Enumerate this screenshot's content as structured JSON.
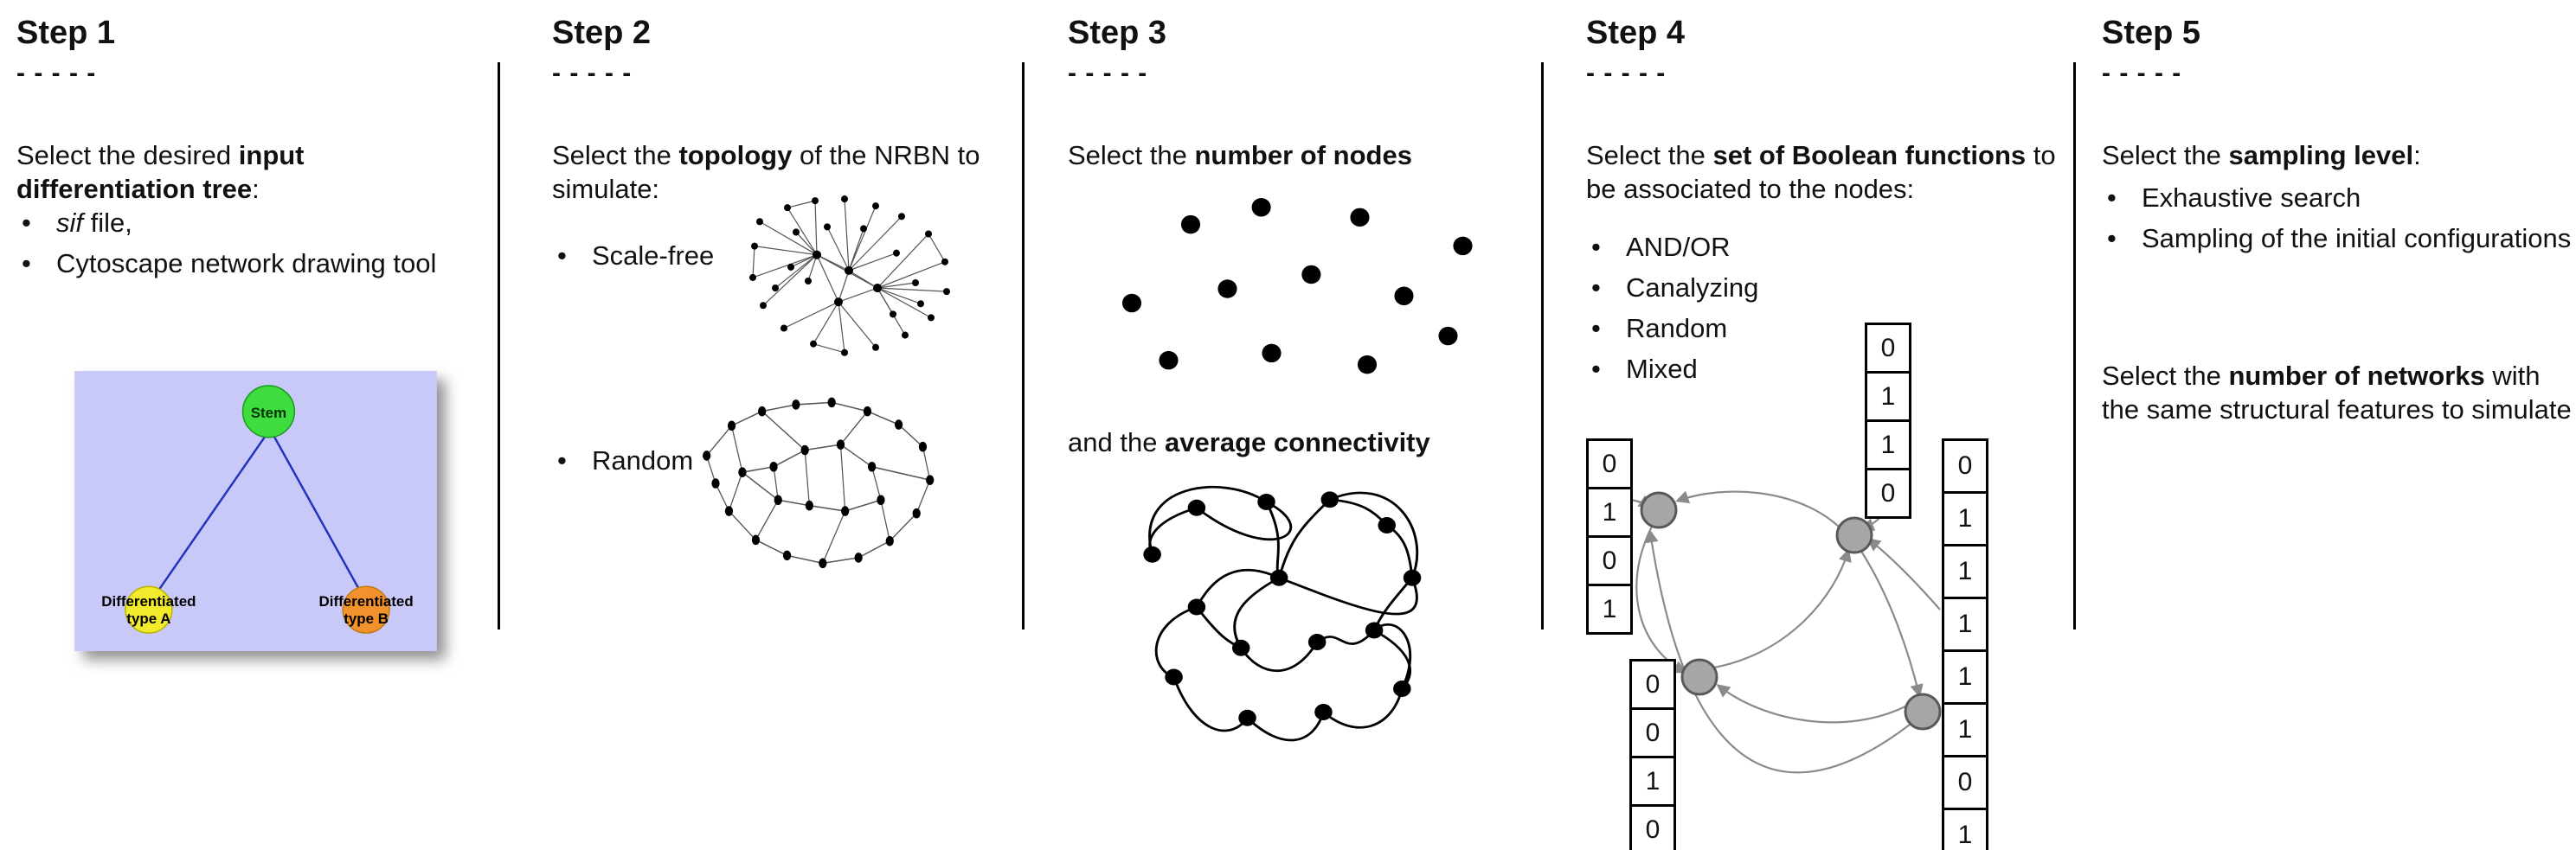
{
  "ui": {
    "bullet": "•"
  },
  "step1": {
    "header": "Step 1",
    "dashes": "- - - - -",
    "intro": {
      "pre": "Select the desired ",
      "bold": "input differentiation tree",
      "post": ":"
    },
    "bullet1": {
      "italic": "sif",
      "rest": " file,"
    },
    "bullet2": "Cytoscape network drawing tool",
    "tree": {
      "stem_label": "Stem",
      "type_a_line1": "Differentiated",
      "type_a_line2": "type A",
      "type_b_line1": "Differentiated",
      "type_b_line2": "type B",
      "stem_color": "#3fdc3f",
      "type_a_color": "#f2ea2d",
      "type_b_color": "#f2922d",
      "background_color": "#c9c9f9",
      "edge_color": "#2233bb"
    }
  },
  "step2": {
    "header": "Step 2",
    "dashes": "- - - - -",
    "intro": {
      "pre": "Select the ",
      "bold": "topology",
      "post": " of the NRBN to simulate:"
    },
    "bullet1": "Scale-free",
    "bullet2": "Random"
  },
  "step3": {
    "header": "Step 3",
    "dashes": "- - - - -",
    "intro": {
      "pre": "Select the ",
      "bold": "number of nodes",
      "post": ""
    },
    "second": {
      "pre": "and the ",
      "bold": "average connectivity",
      "post": ""
    }
  },
  "step4": {
    "header": "Step 4",
    "dashes": "- - - - -",
    "intro": {
      "pre": "Select the ",
      "bold": "set of Boolean functions",
      "post": " to be associated to the nodes:"
    },
    "bullets": [
      "AND/OR",
      "Canalyzing",
      "Random",
      "Mixed"
    ],
    "tables": {
      "top": [
        "0",
        "1",
        "1",
        "0"
      ],
      "left": [
        "0",
        "1",
        "0",
        "1"
      ],
      "bottom": [
        "0",
        "0",
        "1",
        "0"
      ],
      "right": [
        "0",
        "1",
        "1",
        "1",
        "1",
        "1",
        "0",
        "1"
      ]
    }
  },
  "step5": {
    "header": "Step 5",
    "dashes": "- - - - -",
    "intro": {
      "pre": "Select the ",
      "bold": "sampling level",
      "post": ":"
    },
    "bullets": [
      "Exhaustive search",
      "Sampling of the initial configurations"
    ],
    "second": {
      "pre": "Select the ",
      "bold": "number of networks",
      "post": " with the same structural features to simulate"
    }
  }
}
